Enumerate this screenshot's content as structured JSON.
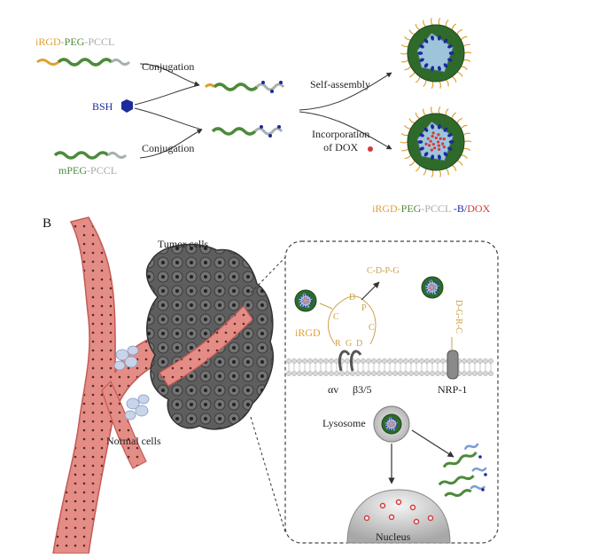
{
  "panel_a": {
    "top_polymer": {
      "part1": "iRGD",
      "sep1": "-",
      "part2": "PEG",
      "sep2": "-",
      "part3": "PCCL"
    },
    "bottom_polymer": {
      "part1": "mPEG",
      "sep1": "-",
      "part2": "PCCL"
    },
    "bsh_label": "BSH",
    "conjugation_top": "Conjugation",
    "conjugation_bottom": "Conjugation",
    "self_assembly": "Self-assembly",
    "incorporation_line1": "Incorporation",
    "incorporation_line2": "of DOX",
    "final_label": {
      "part1": "iRGD",
      "sep1": "-",
      "part2": "PEG",
      "sep2": "-",
      "part3": "PCCL",
      "part4": " -B/",
      "part5": "DOX"
    }
  },
  "panel_b": {
    "panel_letter": "B",
    "tumor_cells": "Tumor cells",
    "normal_cells": "Normal cells",
    "cdpg": "C-D-P-G",
    "irgd": "iRGD",
    "ligand_letters": {
      "d_top": "D",
      "p": "P",
      "c_left": "C",
      "c_right": "C",
      "r": "R",
      "g": "G",
      "d_bottom": "D"
    },
    "nrp_ligand": "D-G-R-C",
    "alpha_v": "αv",
    "beta": "β3/5",
    "nrp1": "NRP-1",
    "lysosome": "Lysosome",
    "nucleus": "Nucleus"
  },
  "colors": {
    "orange": "#e0a030",
    "green": "#4d8a3a",
    "blue": "#1c2a9a",
    "red": "#d43a3a",
    "vessel": "#e8908a",
    "tumor": "#5a5a5a"
  }
}
